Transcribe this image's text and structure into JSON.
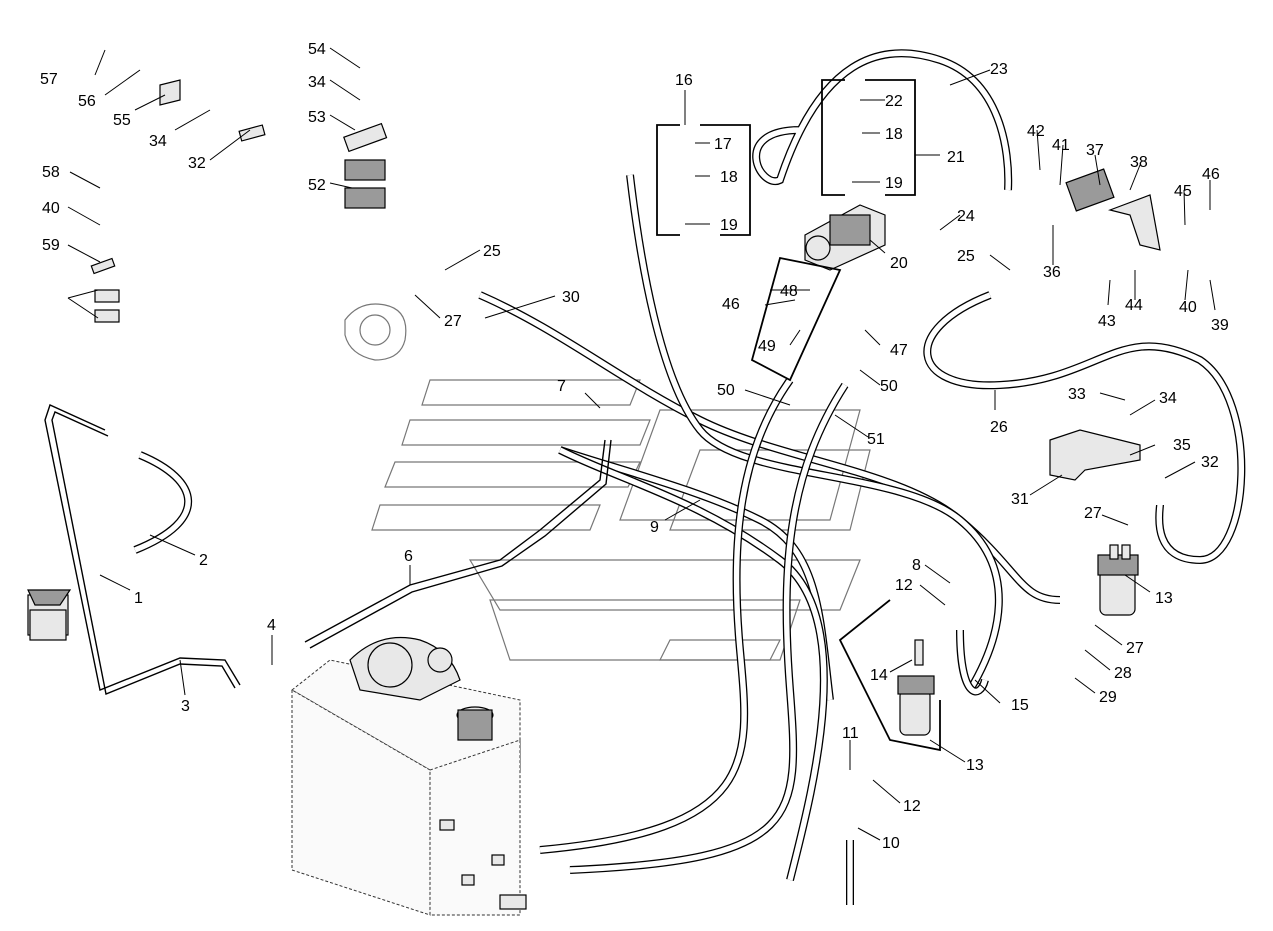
{
  "diagram": {
    "callouts": [
      "1",
      "2",
      "3",
      "4",
      "6",
      "7",
      "8",
      "9",
      "10",
      "11",
      "12",
      "12",
      "13",
      "13",
      "14",
      "15",
      "16",
      "17",
      "18",
      "18",
      "19",
      "19",
      "20",
      "21",
      "22",
      "23",
      "24",
      "25",
      "25",
      "26",
      "27",
      "27",
      "27",
      "28",
      "29",
      "30",
      "31",
      "32",
      "32",
      "33",
      "34",
      "34",
      "34",
      "35",
      "36",
      "37",
      "38",
      "39",
      "40",
      "40",
      "41",
      "42",
      "43",
      "44",
      "45",
      "46",
      "46",
      "47",
      "48",
      "49",
      "50",
      "50",
      "51",
      "52",
      "53",
      "54",
      "55",
      "56",
      "57",
      "58",
      "59"
    ]
  },
  "icons": [
    "hydraulic-tank",
    "hydraulic-pump",
    "oil-filter",
    "hydraulic-hose",
    "pipe-clamp",
    "bracket",
    "fitting",
    "valve-block"
  ]
}
